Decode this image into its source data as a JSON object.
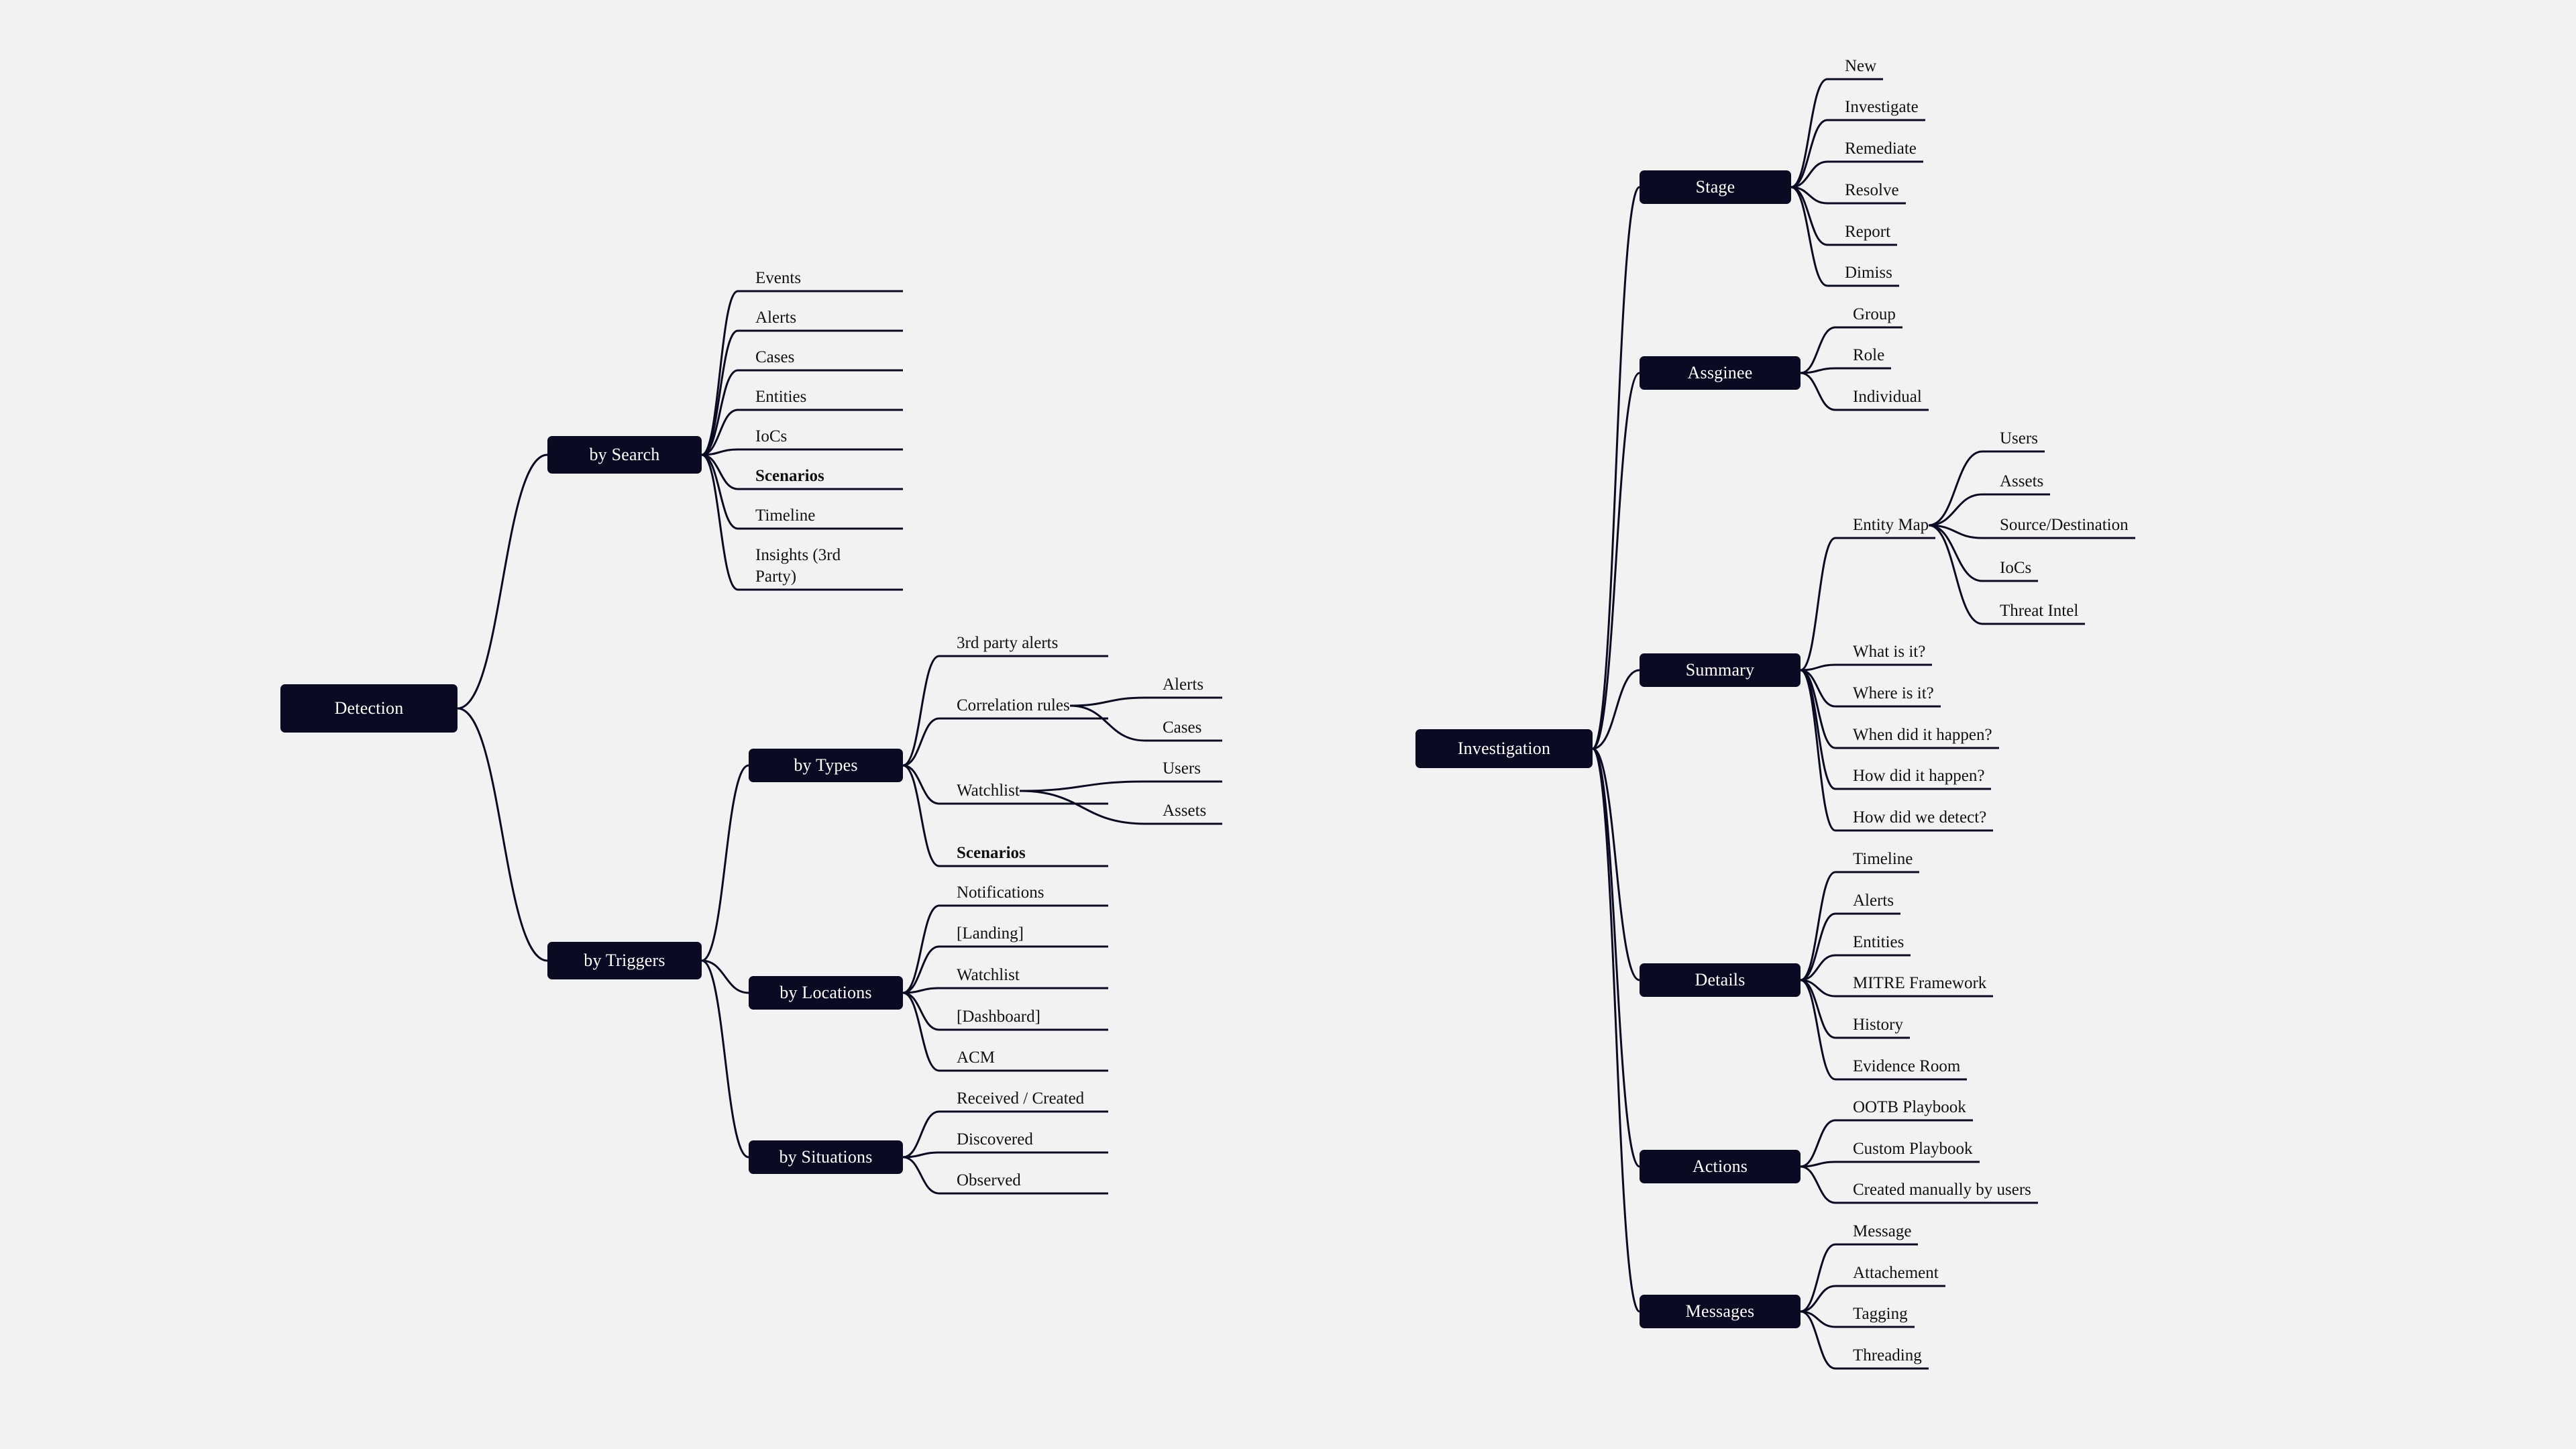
{
  "colors": {
    "background": "#f2f2f2",
    "node": "#0a0b22",
    "line": "#0a0b22"
  },
  "detection": {
    "root": "Detection",
    "by_search": {
      "label": "by Search",
      "items": [
        "Events",
        "Alerts",
        "Cases",
        "Entities",
        "IoCs",
        "Scenarios",
        "Timeline",
        "Insights (3rd Party)"
      ]
    },
    "by_triggers": {
      "label": "by Triggers",
      "by_types": {
        "label": "by Types",
        "third_party": "3rd party alerts",
        "correlation": {
          "label": "Correlation rules",
          "items": [
            "Alerts",
            "Cases"
          ]
        },
        "watchlist": {
          "label": "Watchlist",
          "items": [
            "Users",
            "Assets"
          ]
        },
        "scenarios": "Scenarios"
      },
      "by_locations": {
        "label": "by Locations",
        "items": [
          "Notifications",
          "[Landing]",
          "Watchlist",
          "[Dashboard]",
          "ACM"
        ]
      },
      "by_situations": {
        "label": "by Situations",
        "items": [
          "Received / Created",
          "Discovered",
          "Observed"
        ]
      }
    }
  },
  "investigation": {
    "root": "Investigation",
    "stage": {
      "label": "Stage",
      "items": [
        "New",
        "Investigate",
        "Remediate",
        "Resolve",
        "Report",
        "Dimiss"
      ]
    },
    "assignee": {
      "label": "Assginee",
      "items": [
        "Group",
        "Role",
        "Individual"
      ]
    },
    "summary": {
      "label": "Summary",
      "entity_map": {
        "label": "Entity Map",
        "items": [
          "Users",
          "Assets",
          "Source/Destination",
          "IoCs",
          "Threat Intel"
        ]
      },
      "questions": [
        "What is it?",
        "Where is it?",
        "When did it happen?",
        "How did it happen?",
        "How did we detect?"
      ]
    },
    "details": {
      "label": "Details",
      "items": [
        "Timeline",
        "Alerts",
        "Entities",
        "MITRE Framework",
        "History",
        "Evidence Room"
      ]
    },
    "actions": {
      "label": "Actions",
      "items": [
        "OOTB Playbook",
        "Custom Playbook",
        "Created manually by users"
      ]
    },
    "messages": {
      "label": "Messages",
      "items": [
        "Message",
        "Attachement",
        "Tagging",
        "Threading"
      ]
    }
  }
}
